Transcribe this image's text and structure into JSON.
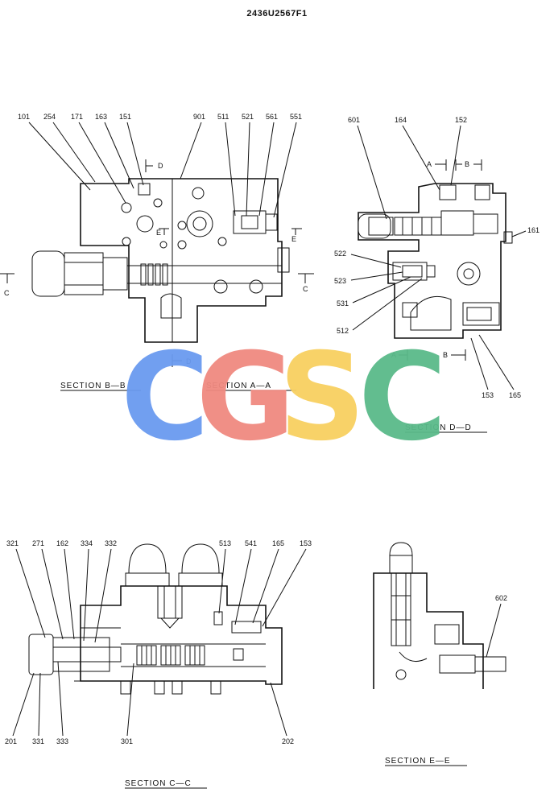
{
  "drawing_number": "2436U2567F1",
  "watermark": {
    "letters": [
      "C",
      "G",
      "S",
      "C"
    ],
    "colors": [
      "#6a9af0",
      "#f08a80",
      "#f8d060",
      "#5aba8a"
    ]
  },
  "sections": {
    "bb": "SECTION B—B",
    "aa": "SECTION A—A",
    "dd": "SECTION D—D",
    "cc": "SECTION C—C",
    "ee": "SECTION E—E"
  },
  "cut_marks": {
    "d": "D",
    "e": "E",
    "c": "C",
    "a": "A",
    "b": "B"
  },
  "parts_top_left": [
    "101",
    "254",
    "171",
    "163",
    "151",
    "901",
    "511",
    "521",
    "561",
    "551"
  ],
  "parts_top_right": [
    "601",
    "164",
    "152",
    "161",
    "522",
    "523",
    "531",
    "512",
    "153",
    "165"
  ],
  "parts_bottom_left": [
    "321",
    "271",
    "162",
    "334",
    "332",
    "513",
    "541",
    "165",
    "153",
    "201",
    "331",
    "333",
    "301",
    "202"
  ],
  "parts_bottom_right": [
    "602"
  ]
}
